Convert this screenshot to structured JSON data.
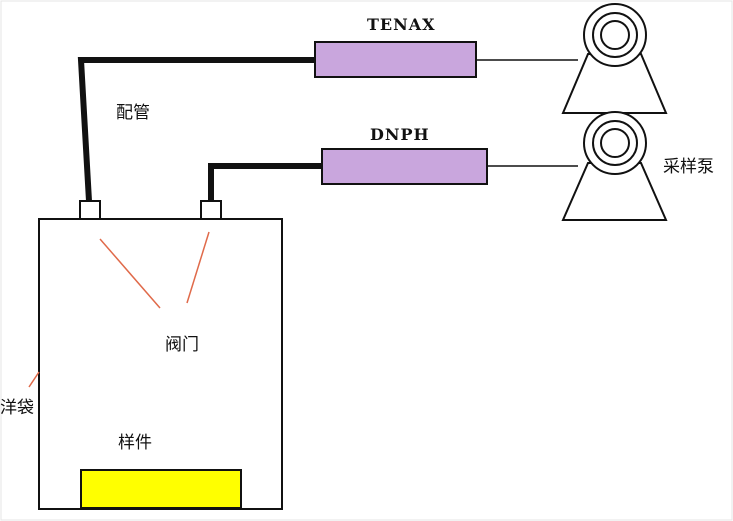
{
  "labels": {
    "tenax": "TENAX",
    "dnph": "DNPH",
    "piping": "配管",
    "pump": "采样泵",
    "valve": "阀门",
    "bag": "洋袋",
    "sample": "样件"
  },
  "colors": {
    "tube_fill": "#c9a6dd",
    "sample_fill": "#ffff00",
    "pointer_line": "#e06a4a",
    "pipe": "#111111"
  },
  "icons": {
    "pump_top": "sampling-pump-icon",
    "pump_bottom": "sampling-pump-icon"
  }
}
